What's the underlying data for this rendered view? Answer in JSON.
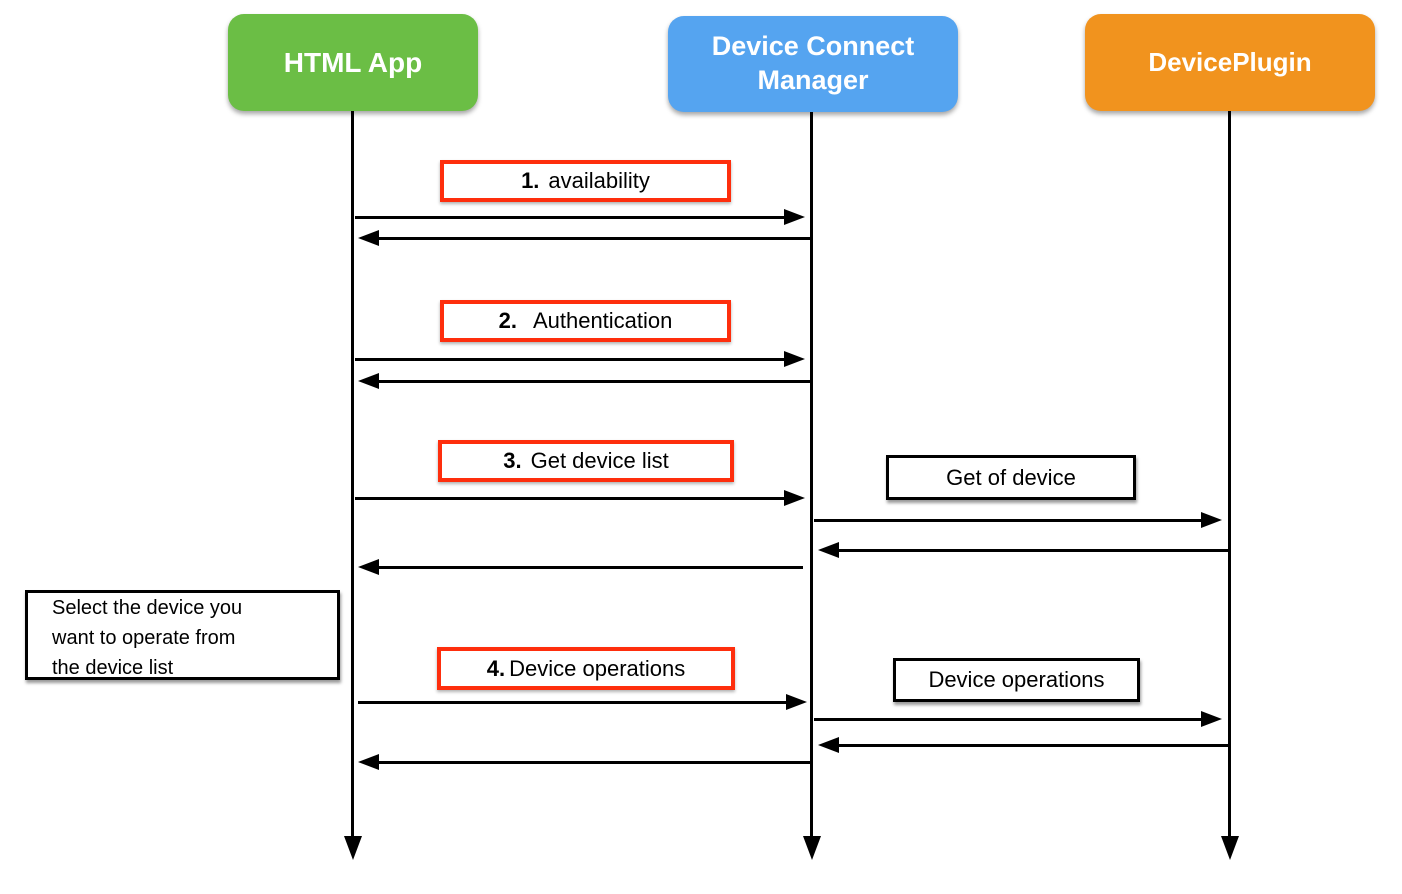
{
  "actors": [
    {
      "name": "HTML App",
      "color": "#6bbe45"
    },
    {
      "name": "Device Connect Manager",
      "color": "#55a4f0"
    },
    {
      "name": "DevicePlugin",
      "color": "#f1931e"
    }
  ],
  "messages": [
    {
      "num": "1.",
      "label": "availability"
    },
    {
      "num": "2.",
      "label": "Authentication"
    },
    {
      "num": "3.",
      "label": "Get device list"
    },
    {
      "num": "4.",
      "label": "Device operations"
    }
  ],
  "plugin_calls": [
    {
      "label": "Get of device"
    },
    {
      "label": "Device operations"
    }
  ],
  "note": {
    "lines": [
      "Select the device you",
      "want to operate from",
      "the device list"
    ]
  },
  "colors": {
    "actor_green": "#6bbe45",
    "actor_blue": "#55a4f0",
    "actor_orange": "#f1931e",
    "message_border": "#fe2e0d",
    "line": "#000000"
  }
}
